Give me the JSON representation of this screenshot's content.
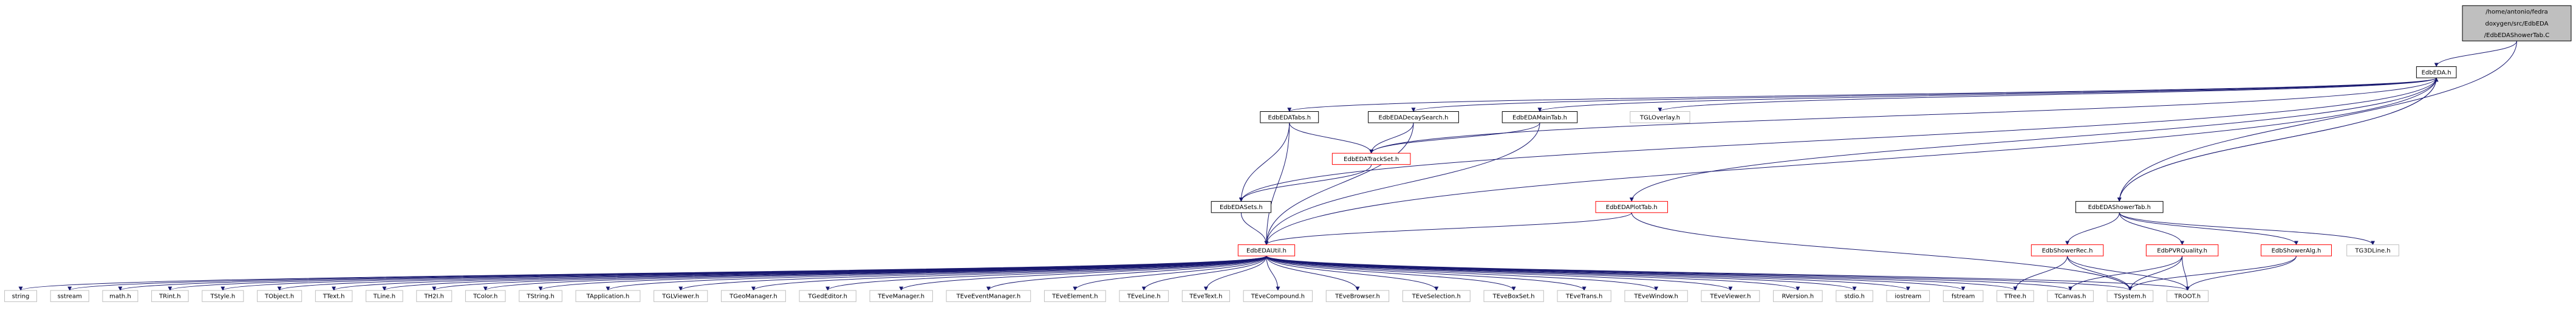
{
  "colors": {
    "edge": "#191970",
    "edge_red": "#8b1a1a",
    "edge_blue": "#63b8ff",
    "border_black": "#000000",
    "border_red": "#ff0000",
    "border_gray": "#bfbfbf",
    "fill_root": "#bfbfbf",
    "fill_white": "#ffffff"
  },
  "nodes": [
    {
      "id": "root",
      "lines": [
        "/home/antonio/fedra",
        "doxygen/src/EdbEDA",
        "/EdbEDAShowerTab.C"
      ],
      "style": "root"
    },
    {
      "id": "EdbEDA_h",
      "lines": [
        "EdbEDA.h"
      ],
      "style": "black"
    },
    {
      "id": "EdbEDATabs_h",
      "lines": [
        "EdbEDATabs.h"
      ],
      "style": "black"
    },
    {
      "id": "EdbEDADecaySearch_h",
      "lines": [
        "EdbEDADecaySearch.h"
      ],
      "style": "black"
    },
    {
      "id": "EdbEDAMainTab_h",
      "lines": [
        "EdbEDAMainTab.h"
      ],
      "style": "black"
    },
    {
      "id": "TGLOverlay_h",
      "lines": [
        "TGLOverlay.h"
      ],
      "style": "gray"
    },
    {
      "id": "EdbEDATrackSet_h",
      "lines": [
        "EdbEDATrackSet.h"
      ],
      "style": "red"
    },
    {
      "id": "EdbEDASets_h",
      "lines": [
        "EdbEDASets.h"
      ],
      "style": "black"
    },
    {
      "id": "EdbEDAPlotTab_h",
      "lines": [
        "EdbEDAPlotTab.h"
      ],
      "style": "red"
    },
    {
      "id": "EdbEDAShowerTab_h",
      "lines": [
        "EdbEDAShowerTab.h"
      ],
      "style": "black"
    },
    {
      "id": "EdbEDAUtil_h",
      "lines": [
        "EdbEDAUtil.h"
      ],
      "style": "red"
    },
    {
      "id": "EdbShowerRec_h",
      "lines": [
        "EdbShowerRec.h"
      ],
      "style": "red"
    },
    {
      "id": "EdbPVRQuality_h",
      "lines": [
        "EdbPVRQuality.h"
      ],
      "style": "red"
    },
    {
      "id": "EdbShowerAlg_h",
      "lines": [
        "EdbShowerAlg.h"
      ],
      "style": "red"
    },
    {
      "id": "TG3DLine_h",
      "lines": [
        "TG3DLine.h"
      ],
      "style": "gray"
    },
    {
      "id": "string",
      "lines": [
        "string"
      ],
      "style": "gray"
    },
    {
      "id": "sstream",
      "lines": [
        "sstream"
      ],
      "style": "gray"
    },
    {
      "id": "math_h",
      "lines": [
        "math.h"
      ],
      "style": "gray"
    },
    {
      "id": "TRint_h",
      "lines": [
        "TRint.h"
      ],
      "style": "gray"
    },
    {
      "id": "TStyle_h",
      "lines": [
        "TStyle.h"
      ],
      "style": "gray"
    },
    {
      "id": "TObject_h",
      "lines": [
        "TObject.h"
      ],
      "style": "gray"
    },
    {
      "id": "TText_h",
      "lines": [
        "TText.h"
      ],
      "style": "gray"
    },
    {
      "id": "TLine_h",
      "lines": [
        "TLine.h"
      ],
      "style": "gray"
    },
    {
      "id": "TH2I_h",
      "lines": [
        "TH2I.h"
      ],
      "style": "gray"
    },
    {
      "id": "TColor_h",
      "lines": [
        "TColor.h"
      ],
      "style": "gray"
    },
    {
      "id": "TString_h",
      "lines": [
        "TString.h"
      ],
      "style": "gray"
    },
    {
      "id": "TApplication_h",
      "lines": [
        "TApplication.h"
      ],
      "style": "gray"
    },
    {
      "id": "TGLViewer_h",
      "lines": [
        "TGLViewer.h"
      ],
      "style": "gray"
    },
    {
      "id": "TGeoManager_h",
      "lines": [
        "TGeoManager.h"
      ],
      "style": "gray"
    },
    {
      "id": "TGedEditor_h",
      "lines": [
        "TGedEditor.h"
      ],
      "style": "gray"
    },
    {
      "id": "TEveManager_h",
      "lines": [
        "TEveManager.h"
      ],
      "style": "gray"
    },
    {
      "id": "TEveEventManager_h",
      "lines": [
        "TEveEventManager.h"
      ],
      "style": "gray"
    },
    {
      "id": "TEveElement_h",
      "lines": [
        "TEveElement.h"
      ],
      "style": "gray"
    },
    {
      "id": "TEveLine_h",
      "lines": [
        "TEveLine.h"
      ],
      "style": "gray"
    },
    {
      "id": "TEveText_h",
      "lines": [
        "TEveText.h"
      ],
      "style": "gray"
    },
    {
      "id": "TEveCompound_h",
      "lines": [
        "TEveCompound.h"
      ],
      "style": "gray"
    },
    {
      "id": "TEveBrowser_h",
      "lines": [
        "TEveBrowser.h"
      ],
      "style": "gray"
    },
    {
      "id": "TEveSelection_h",
      "lines": [
        "TEveSelection.h"
      ],
      "style": "gray"
    },
    {
      "id": "TEveBoxSet_h",
      "lines": [
        "TEveBoxSet.h"
      ],
      "style": "gray"
    },
    {
      "id": "TEveTrans_h",
      "lines": [
        "TEveTrans.h"
      ],
      "style": "gray"
    },
    {
      "id": "TEveWindow_h",
      "lines": [
        "TEveWindow.h"
      ],
      "style": "gray"
    },
    {
      "id": "TEveViewer_h",
      "lines": [
        "TEveViewer.h"
      ],
      "style": "gray"
    },
    {
      "id": "RVersion_h",
      "lines": [
        "RVersion.h"
      ],
      "style": "gray"
    },
    {
      "id": "stdio_h",
      "lines": [
        "stdio.h"
      ],
      "style": "gray"
    },
    {
      "id": "iostream",
      "lines": [
        "iostream"
      ],
      "style": "gray"
    },
    {
      "id": "fstream",
      "lines": [
        "fstream"
      ],
      "style": "gray"
    },
    {
      "id": "TTree_h",
      "lines": [
        "TTree.h"
      ],
      "style": "gray"
    },
    {
      "id": "TCanvas_h",
      "lines": [
        "TCanvas.h"
      ],
      "style": "gray"
    },
    {
      "id": "TSystem_h",
      "lines": [
        "TSystem.h"
      ],
      "style": "gray"
    },
    {
      "id": "TROOT_h",
      "lines": [
        "TROOT.h"
      ],
      "style": "gray"
    }
  ],
  "edges": [
    {
      "from": "root",
      "to": "EdbEDA_h"
    },
    {
      "from": "root",
      "to": "EdbEDAShowerTab_h"
    },
    {
      "from": "EdbEDA_h",
      "to": "EdbEDATabs_h"
    },
    {
      "from": "EdbEDA_h",
      "to": "EdbEDADecaySearch_h"
    },
    {
      "from": "EdbEDA_h",
      "to": "EdbEDAMainTab_h"
    },
    {
      "from": "EdbEDA_h",
      "to": "TGLOverlay_h"
    },
    {
      "from": "EdbEDA_h",
      "to": "EdbEDATrackSet_h"
    },
    {
      "from": "EdbEDA_h",
      "to": "EdbEDASets_h"
    },
    {
      "from": "EdbEDA_h",
      "to": "EdbEDAPlotTab_h"
    },
    {
      "from": "EdbEDA_h",
      "to": "EdbEDAShowerTab_h"
    },
    {
      "from": "EdbEDAShowerTab_h",
      "to": "EdbEDA_h"
    },
    {
      "from": "EdbEDA_h",
      "to": "EdbEDAUtil_h"
    },
    {
      "from": "EdbEDATabs_h",
      "to": "EdbEDATrackSet_h"
    },
    {
      "from": "EdbEDATabs_h",
      "to": "EdbEDASets_h"
    },
    {
      "from": "EdbEDATabs_h",
      "to": "EdbEDAUtil_h"
    },
    {
      "from": "EdbEDADecaySearch_h",
      "to": "EdbEDATrackSet_h"
    },
    {
      "from": "EdbEDADecaySearch_h",
      "to": "EdbEDAUtil_h"
    },
    {
      "from": "EdbEDAMainTab_h",
      "to": "EdbEDATrackSet_h"
    },
    {
      "from": "EdbEDAMainTab_h",
      "to": "EdbEDAUtil_h"
    },
    {
      "from": "EdbEDATrackSet_h",
      "to": "EdbEDASets_h"
    },
    {
      "from": "EdbEDASets_h",
      "to": "EdbEDAUtil_h"
    },
    {
      "from": "EdbEDAPlotTab_h",
      "to": "EdbEDAUtil_h"
    },
    {
      "from": "EdbEDAPlotTab_h",
      "to": "TSystem_h"
    },
    {
      "from": "EdbEDAShowerTab_h",
      "to": "EdbShowerRec_h"
    },
    {
      "from": "EdbEDAShowerTab_h",
      "to": "EdbPVRQuality_h"
    },
    {
      "from": "EdbEDAShowerTab_h",
      "to": "EdbShowerAlg_h"
    },
    {
      "from": "EdbEDAShowerTab_h",
      "to": "TG3DLine_h"
    },
    {
      "from": "EdbShowerRec_h",
      "to": "TTree_h"
    },
    {
      "from": "EdbShowerRec_h",
      "to": "TSystem_h"
    },
    {
      "from": "EdbShowerRec_h",
      "to": "TROOT_h"
    },
    {
      "from": "EdbPVRQuality_h",
      "to": "TCanvas_h"
    },
    {
      "from": "EdbPVRQuality_h",
      "to": "TSystem_h"
    },
    {
      "from": "EdbPVRQuality_h",
      "to": "TROOT_h"
    },
    {
      "from": "EdbShowerAlg_h",
      "to": "TSystem_h"
    },
    {
      "from": "EdbShowerAlg_h",
      "to": "TROOT_h"
    },
    {
      "from": "EdbEDAUtil_h",
      "to": "string"
    },
    {
      "from": "EdbEDAUtil_h",
      "to": "sstream"
    },
    {
      "from": "EdbEDAUtil_h",
      "to": "math_h"
    },
    {
      "from": "EdbEDAUtil_h",
      "to": "TRint_h"
    },
    {
      "from": "EdbEDAUtil_h",
      "to": "TStyle_h"
    },
    {
      "from": "EdbEDAUtil_h",
      "to": "TObject_h"
    },
    {
      "from": "EdbEDAUtil_h",
      "to": "TText_h"
    },
    {
      "from": "EdbEDAUtil_h",
      "to": "TLine_h"
    },
    {
      "from": "EdbEDAUtil_h",
      "to": "TH2I_h"
    },
    {
      "from": "EdbEDAUtil_h",
      "to": "TColor_h"
    },
    {
      "from": "EdbEDAUtil_h",
      "to": "TString_h"
    },
    {
      "from": "EdbEDAUtil_h",
      "to": "TApplication_h"
    },
    {
      "from": "EdbEDAUtil_h",
      "to": "TGLViewer_h"
    },
    {
      "from": "EdbEDAUtil_h",
      "to": "TGeoManager_h"
    },
    {
      "from": "EdbEDAUtil_h",
      "to": "TGedEditor_h"
    },
    {
      "from": "EdbEDAUtil_h",
      "to": "TEveManager_h"
    },
    {
      "from": "EdbEDAUtil_h",
      "to": "TEveEventManager_h"
    },
    {
      "from": "EdbEDAUtil_h",
      "to": "TEveElement_h"
    },
    {
      "from": "EdbEDAUtil_h",
      "to": "TEveLine_h"
    },
    {
      "from": "EdbEDAUtil_h",
      "to": "TEveText_h"
    },
    {
      "from": "EdbEDAUtil_h",
      "to": "TEveCompound_h"
    },
    {
      "from": "EdbEDAUtil_h",
      "to": "TEveBrowser_h"
    },
    {
      "from": "EdbEDAUtil_h",
      "to": "TEveSelection_h"
    },
    {
      "from": "EdbEDAUtil_h",
      "to": "TEveBoxSet_h"
    },
    {
      "from": "EdbEDAUtil_h",
      "to": "TEveTrans_h"
    },
    {
      "from": "EdbEDAUtil_h",
      "to": "TEveWindow_h"
    },
    {
      "from": "EdbEDAUtil_h",
      "to": "TEveViewer_h"
    },
    {
      "from": "EdbEDAUtil_h",
      "to": "RVersion_h"
    },
    {
      "from": "EdbEDAUtil_h",
      "to": "stdio_h"
    },
    {
      "from": "EdbEDAUtil_h",
      "to": "iostream"
    },
    {
      "from": "EdbEDAUtil_h",
      "to": "fstream"
    },
    {
      "from": "EdbEDAUtil_h",
      "to": "TTree_h"
    },
    {
      "from": "EdbEDAUtil_h",
      "to": "TCanvas_h"
    },
    {
      "from": "EdbEDAUtil_h",
      "to": "TSystem_h"
    },
    {
      "from": "EdbEDAUtil_h",
      "to": "TROOT_h"
    }
  ]
}
